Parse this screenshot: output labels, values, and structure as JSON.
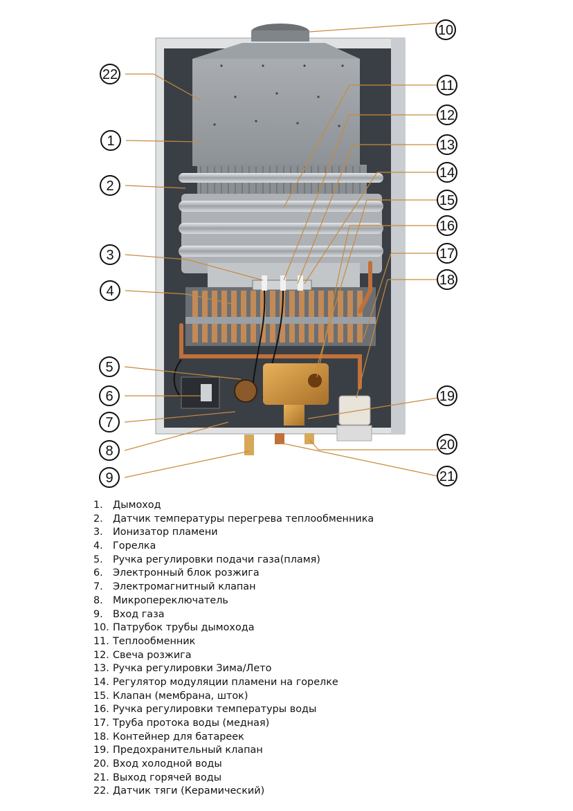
{
  "callouts": [
    "1",
    "2",
    "3",
    "4",
    "5",
    "6",
    "7",
    "8",
    "9",
    "10",
    "11",
    "12",
    "13",
    "14",
    "15",
    "16",
    "17",
    "18",
    "19",
    "20",
    "21",
    "22"
  ],
  "legend": [
    {
      "num": "1.",
      "text": "Дымоход"
    },
    {
      "num": "2.",
      "text": "Датчик температуры перегрева  теплообменника"
    },
    {
      "num": "3.",
      "text": "Ионизатор пламени"
    },
    {
      "num": "4.",
      "text": "Горелка"
    },
    {
      "num": "5.",
      "text": "Ручка регулировки подачи газа(пламя)"
    },
    {
      "num": "6.",
      "text": "Электронный блок розжига"
    },
    {
      "num": "7.",
      "text": "Электромагнитный клапан"
    },
    {
      "num": "8.",
      "text": "Микропереключатель"
    },
    {
      "num": "9.",
      "text": "Вход газа"
    },
    {
      "num": "10.",
      "text": "Патрубок трубы дымохода"
    },
    {
      "num": "11.",
      "text": "Теплообменник"
    },
    {
      "num": "12.",
      "text": "Свеча розжига"
    },
    {
      "num": "13.",
      "text": "Ручка регулировки Зима/Лето"
    },
    {
      "num": "14.",
      "text": "Регулятор модуляции пламени на горелке"
    },
    {
      "num": "15.",
      "text": "Клапан (мембрана, шток)"
    },
    {
      "num": "16.",
      "text": "Ручка регулировки температуры воды"
    },
    {
      "num": "17.",
      "text": "Труба протока воды (медная)"
    },
    {
      "num": "18.",
      "text": "Контейнер для батареек"
    },
    {
      "num": "19.",
      "text": "Предохранительный клапан"
    },
    {
      "num": "20.",
      "text": "Вход холодной воды"
    },
    {
      "num": "21.",
      "text": "Выход горячей воды"
    },
    {
      "num": "22.",
      "text": "Датчик тяги (Керамический)"
    }
  ],
  "colors": {
    "copper": "#c0703a",
    "housing": "#3a3f45",
    "steel": "#b8bcc0",
    "leader": "#c88a3a"
  }
}
